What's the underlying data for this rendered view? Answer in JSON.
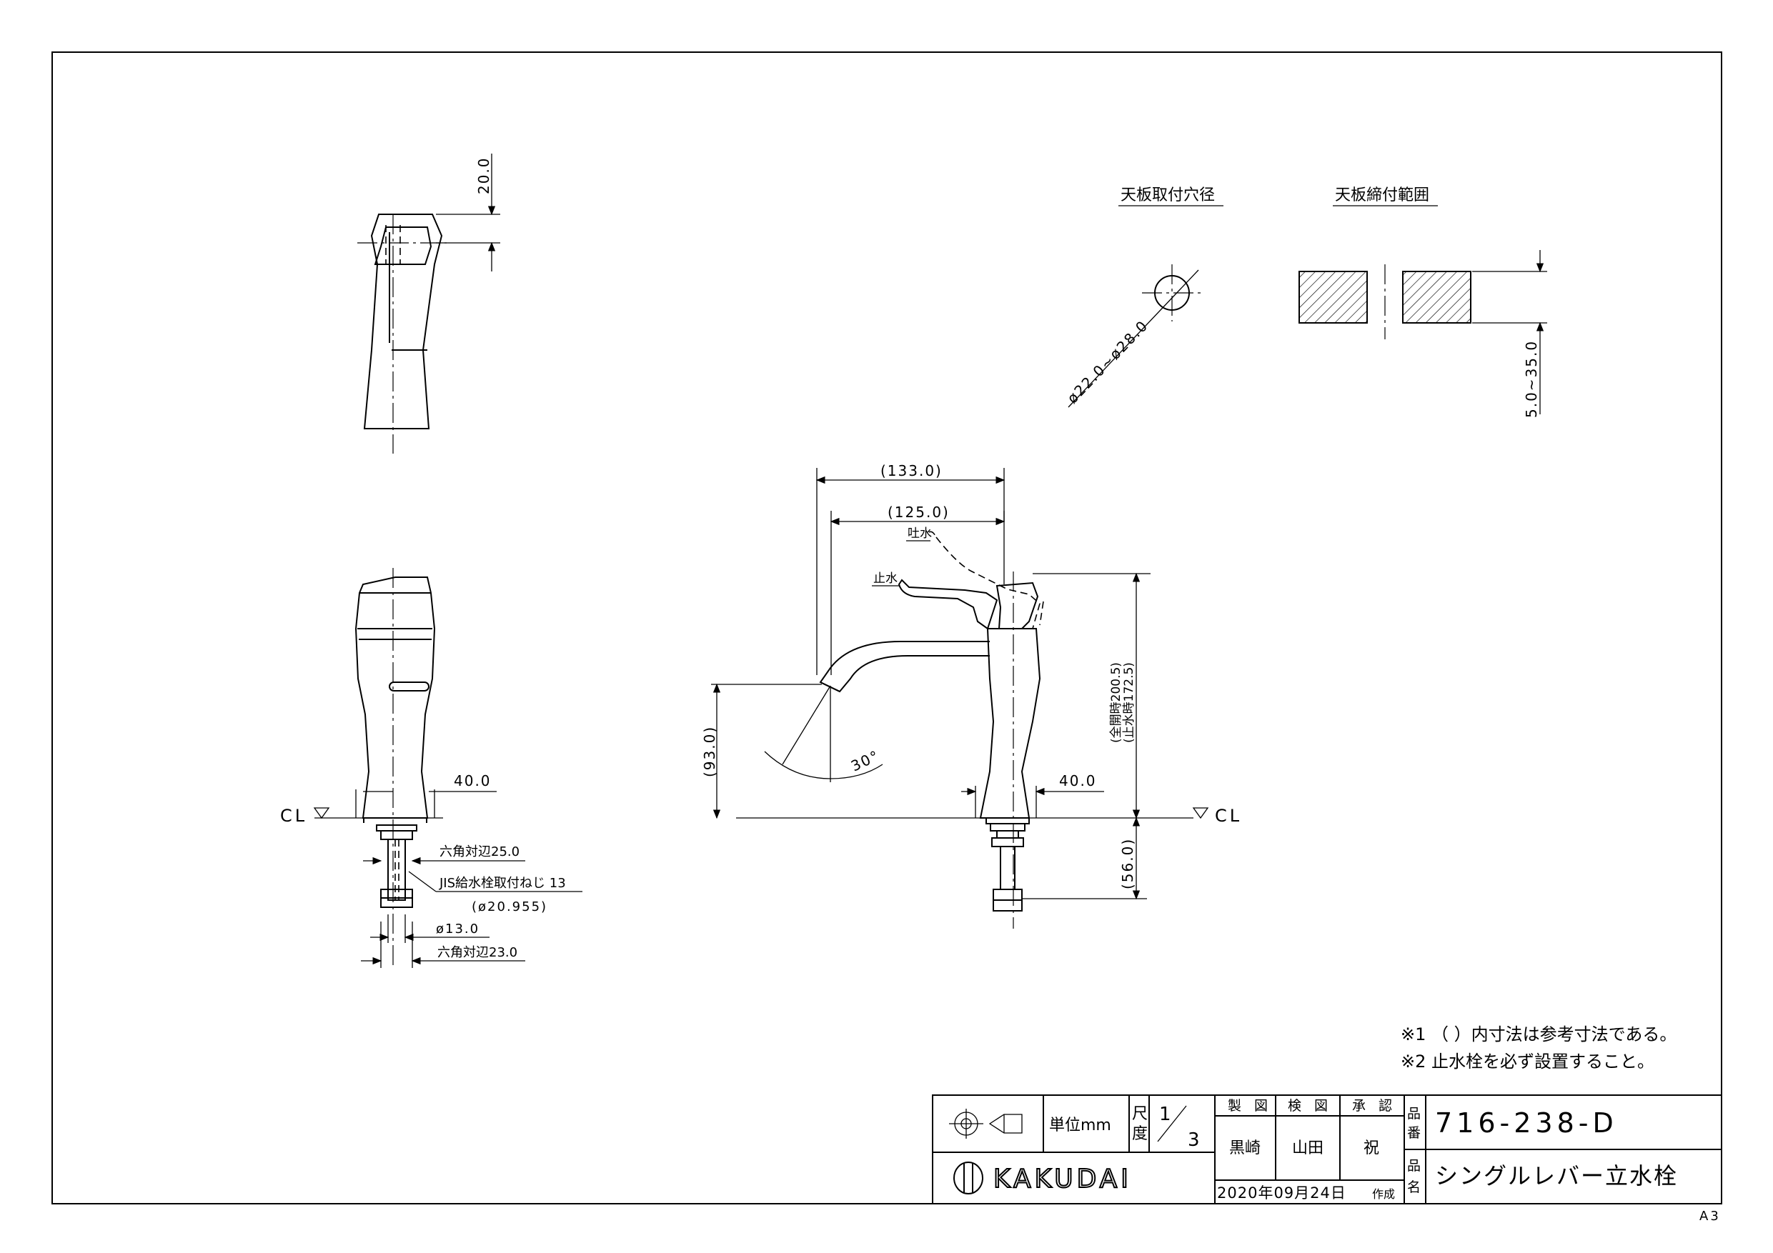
{
  "sheet_size": "A3",
  "views": {
    "top_view": {
      "dim_top": "20.0"
    },
    "hole": {
      "title": "天板取付穴径",
      "dim": "ø22.0~ø28.0"
    },
    "deck": {
      "title": "天板締付範囲",
      "dim": "5.0~35.0"
    },
    "front": {
      "cl": "CL",
      "base": "40.0",
      "hex1": "六角対辺25.0",
      "thread": "JIS給水栓取付ねじ 13",
      "thread_dia": "(ø20.955)",
      "pipe": "ø13.0",
      "hex2": "六角対辺23.0"
    },
    "side": {
      "w1": "(133.0)",
      "w2": "(125.0)",
      "open_label": "吐水",
      "close_label": "止水",
      "h_open": "(全開時200.5)",
      "h_close": "(止水時172.5)",
      "h_spout": "(93.0)",
      "angle": "30°",
      "base": "40.0",
      "below": "(56.0)",
      "cl": "CL"
    }
  },
  "notes": [
    "※1 （ ）内寸法は参考寸法である。",
    "※2 止水栓を必ず設置すること。"
  ],
  "title_block": {
    "unit_label": "単位mm",
    "scale_label": "尺度",
    "scale_num": "1",
    "scale_den": "3",
    "drawn_header": "製 図",
    "checked_header": "検 図",
    "approved_header": "承 認",
    "drawn_by": "黒崎",
    "checked_by": "山田",
    "approved_by": "祝",
    "part_no_label": "品番",
    "part_no": "716-238-D",
    "part_name_label": "品名",
    "part_name": "シングルレバー立水栓",
    "company": "KAKUDAI",
    "date": "2020年09月24日",
    "created": "作成"
  }
}
